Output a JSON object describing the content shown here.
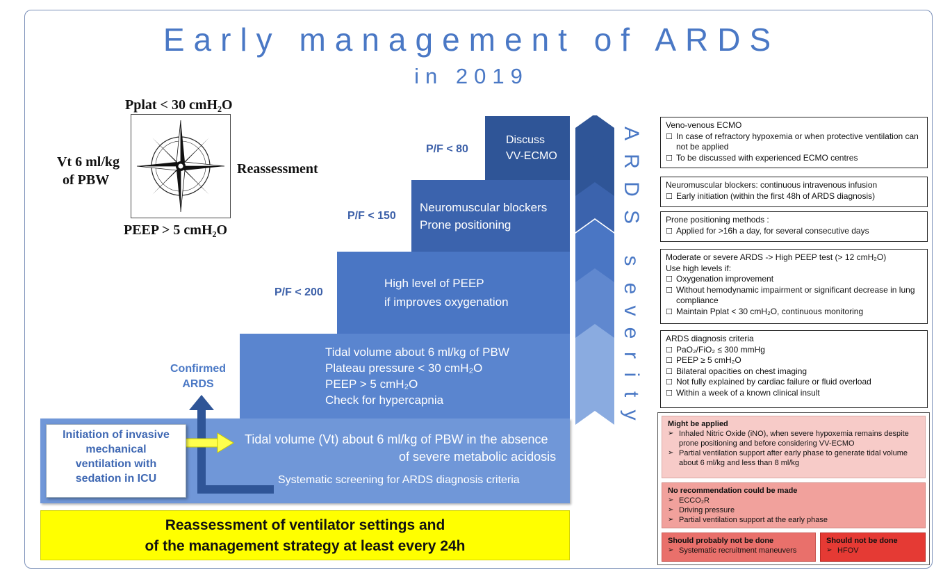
{
  "title": {
    "line1": "Early management of ARDS",
    "line2": "in 2019"
  },
  "compass": {
    "top": "Pplat < 30 cmH₂O",
    "left1": "Vt 6 ml/kg",
    "left2": "of PBW",
    "right": "Reassessment",
    "bottom": "PEEP > 5 cmH₂O"
  },
  "steps": {
    "ecmo": {
      "threshold": "P/F < 80",
      "line1": "Discuss",
      "line2": "VV-ECMO"
    },
    "nmb": {
      "threshold": "P/F < 150",
      "line1": "Neuromuscular blockers",
      "line2": "Prone positioning"
    },
    "peep": {
      "threshold": "P/F < 200",
      "line1": "High level of PEEP",
      "line2": "if improves oxygenation"
    },
    "tidal": {
      "line1": "Tidal volume about 6 ml/kg of PBW",
      "line2": "Plateau pressure < 30 cmH₂O",
      "line3": "PEEP > 5 cmH₂O",
      "line4": "Check for hypercapnia"
    },
    "base": {
      "line1": "Tidal volume (Vt) about 6 ml/kg  of PBW in the absence",
      "line2": "of severe metabolic acidosis",
      "line3": "Systematic screening for ARDS diagnosis criteria"
    }
  },
  "confirmed": {
    "line1": "Confirmed",
    "line2": "ARDS"
  },
  "initiation": {
    "line1": "Initiation of invasive",
    "line2": "mechanical",
    "line3": "ventilation with",
    "line4": "sedation in ICU"
  },
  "reassessment": {
    "line1": "Reassessment of ventilator settings and",
    "line2": "of the management strategy at least every 24h"
  },
  "severity_label": [
    "A",
    "R",
    "D",
    "S",
    "",
    "s",
    "e",
    "v",
    "e",
    "r",
    "i",
    "t",
    "y"
  ],
  "right_boxes": {
    "ecmo": {
      "header": "Veno-venous ECMO",
      "items": [
        "In case of refractory hypoxemia or when protective ventilation can not be applied",
        "To be discussed with experienced ECMO centres"
      ]
    },
    "nmb": {
      "header": "Neuromuscular blockers: continuous intravenous infusion",
      "items": [
        "Early initiation (within the first 48h of ARDS diagnosis)"
      ]
    },
    "prone": {
      "header": "Prone positioning methods :",
      "items": [
        "Applied for >16h a day, for several consecutive days"
      ]
    },
    "peep": {
      "header1": "Moderate or severe ARDS -> High PEEP test (> 12 cmH₂O)",
      "header2": "Use high levels if:",
      "items": [
        "Oxygenation improvement",
        "Without hemodynamic impairment or significant decrease in lung compliance",
        "Maintain Pplat < 30 cmH₂O, continuous monitoring"
      ]
    },
    "diagnosis": {
      "header": "ARDS diagnosis criteria",
      "items": [
        "PaO₂/FiO₂ ≤ 300 mmHg",
        "PEEP ≥ 5 cmH₂O",
        "Bilateral opacities on chest imaging",
        "Not fully explained by cardiac failure or fluid overload",
        "Within a week of a known clinical insult"
      ]
    }
  },
  "pink_boxes": {
    "might": {
      "header": "Might be applied",
      "items": [
        "Inhaled Nitric Oxide (iNO), when severe hypoxemia remains despite prone positioning and before considering VV-ECMO",
        "Partial ventilation support after early phase to generate tidal volume about  6 ml/kg and less than 8 ml/kg"
      ]
    },
    "norec": {
      "header": "No recommendation could be made",
      "items": [
        "ECCO₂R",
        "Driving pressure",
        "Partial ventilation support at the early phase"
      ]
    },
    "probably": {
      "header": "Should probably not be done",
      "items": [
        "Systematic recruitment maneuvers"
      ]
    },
    "shouldnot": {
      "header": "Should not  be done",
      "items": [
        "HFOV"
      ]
    }
  },
  "colors": {
    "title": "#4a78c5",
    "step_ecmo": "#2f5597",
    "step_nmb": "#3b63ad",
    "step_peep": "#4a76c4",
    "step_tidal": "#5a85cf",
    "step_base": "#7097d8",
    "reassess_bg": "#ffff00",
    "pink_light": "#f7cbc8",
    "pink_mid": "#f1a19c",
    "red_mid": "#e9706b",
    "red_dark": "#e53a34"
  }
}
